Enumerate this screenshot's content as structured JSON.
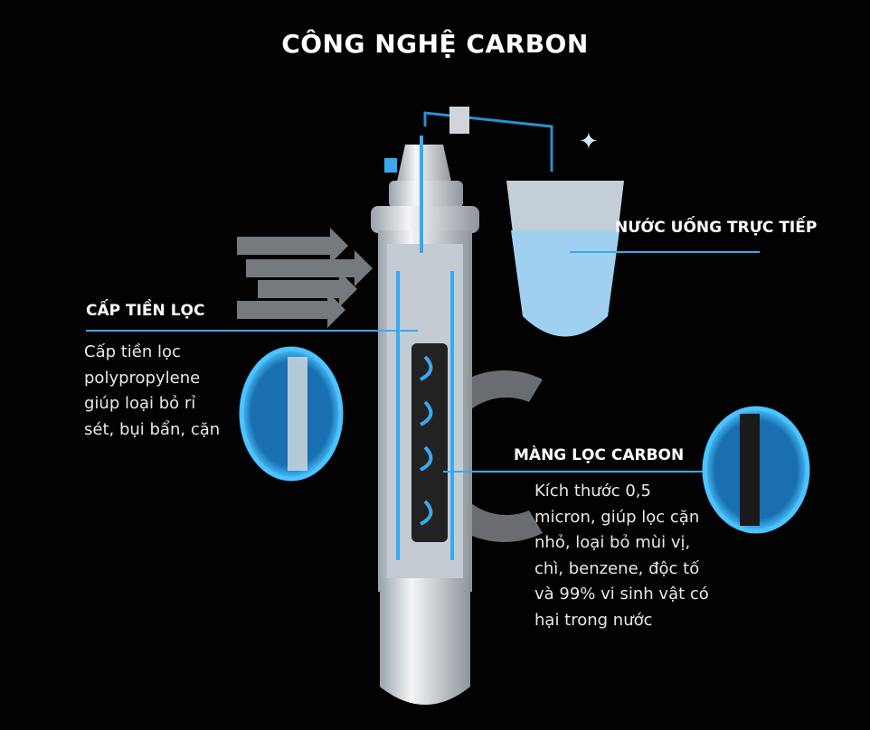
{
  "title": "CÔNG NGHỆ CARBON",
  "colors": {
    "background": "#020203",
    "accent": "#3aa9f0",
    "text": "#ffffff"
  },
  "drinking_water": {
    "label": "NƯỚC UỐNG TRỰC TIẾP"
  },
  "pre_filter": {
    "label": "CẤP TIỀN LỌC",
    "description": [
      "Cấp tiền lọc",
      "polypropylene",
      "giúp loại bỏ rỉ",
      "sét, bụi bẩn, cặn"
    ]
  },
  "carbon_membrane": {
    "label": "MÀNG LỌC CARBON",
    "description": [
      "Kích thước 0,5",
      "micron, giúp lọc cặn",
      "nhỏ, loại bỏ mùi vị,",
      "chì, benzene, độc tố",
      "và 99% vi sinh vật có",
      "hại trong nước"
    ]
  }
}
